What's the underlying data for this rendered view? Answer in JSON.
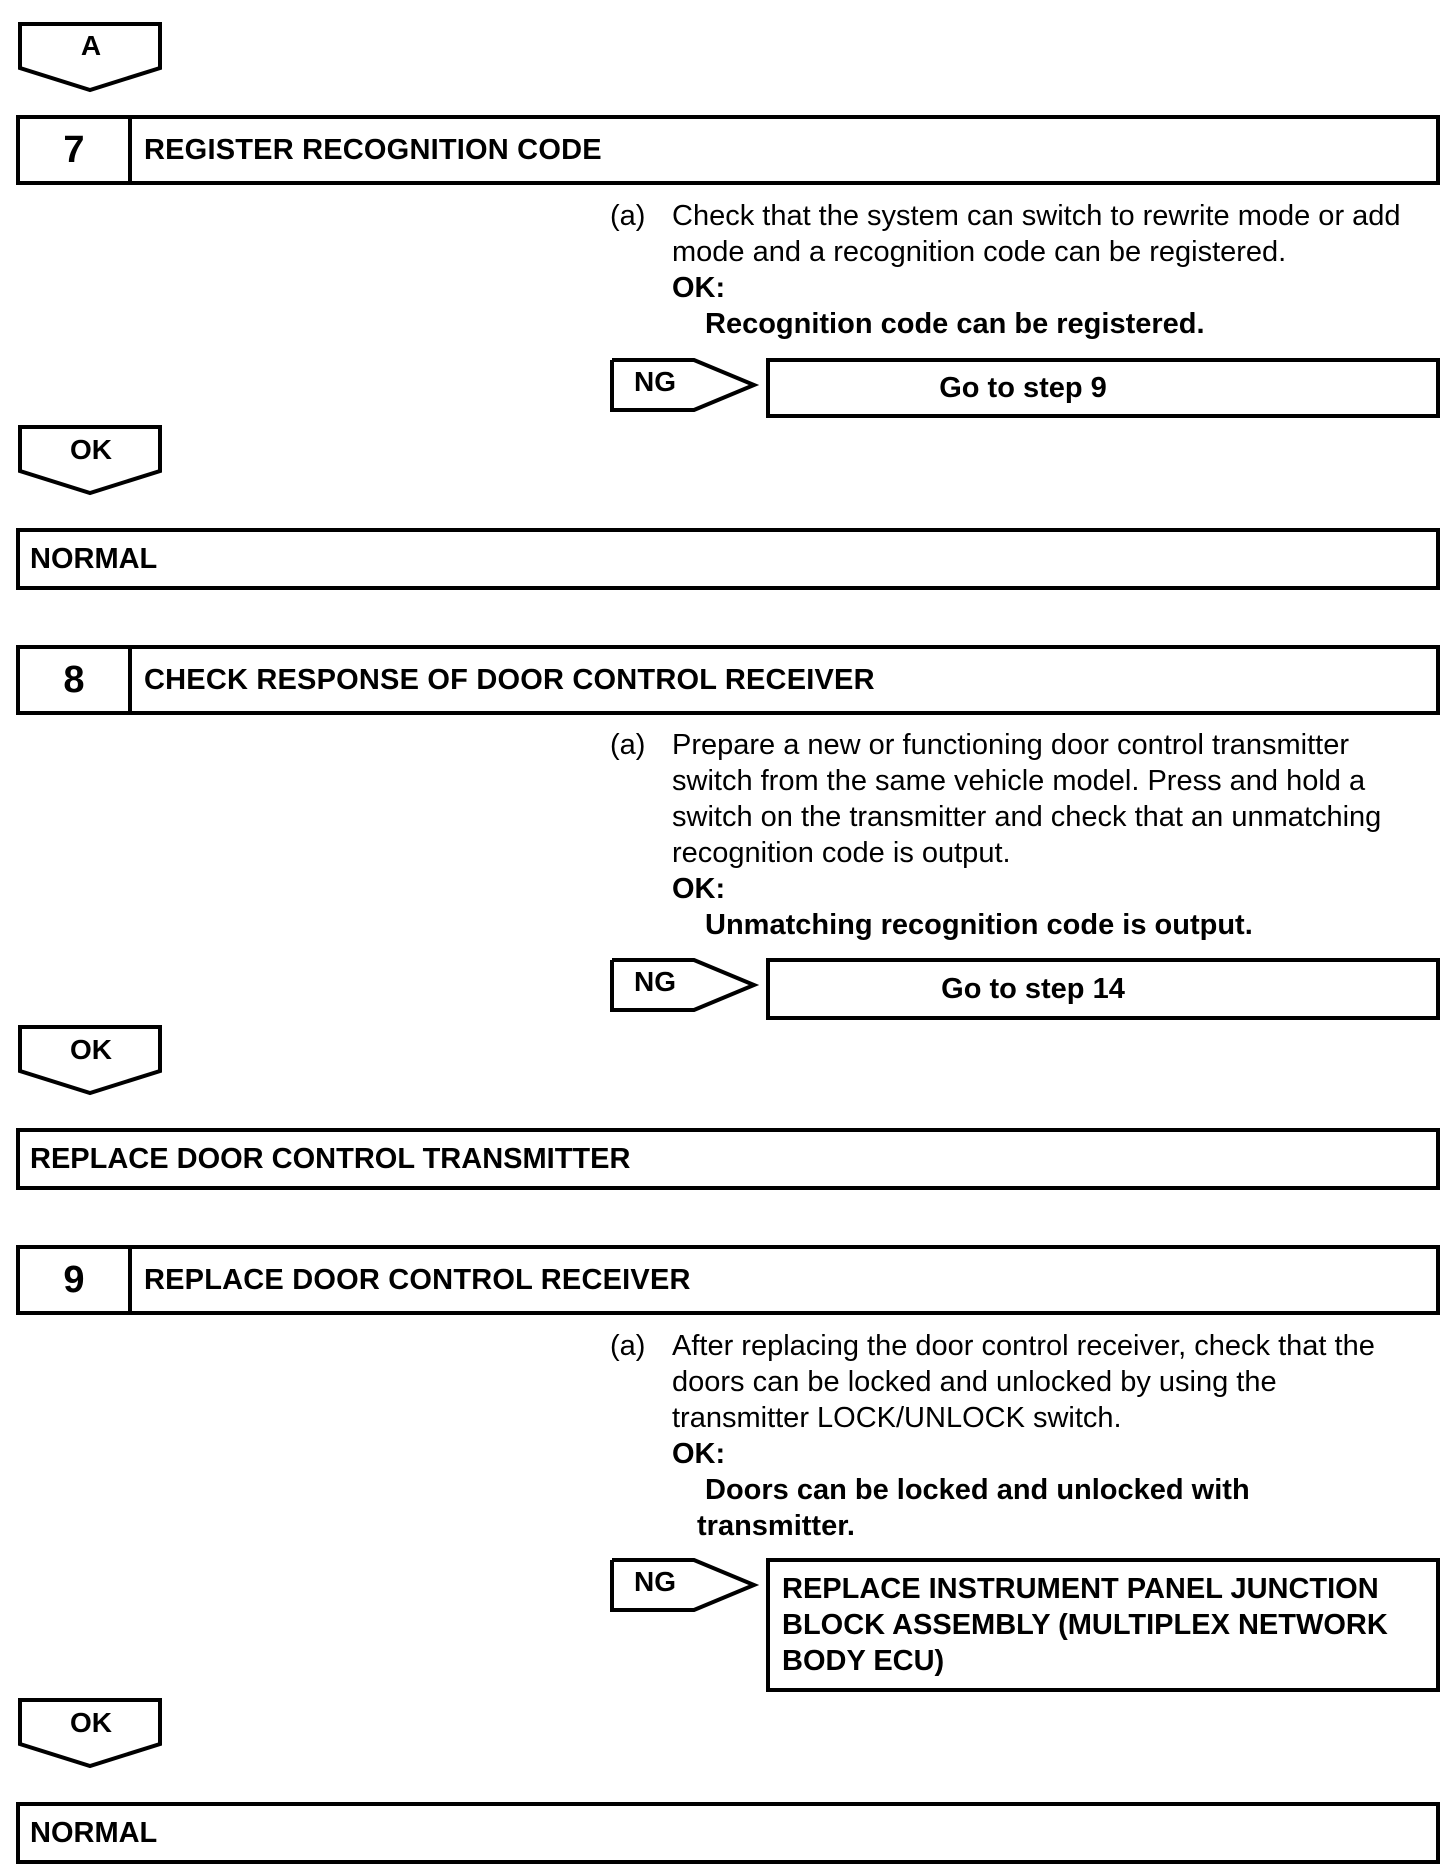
{
  "connector_a": "A",
  "ok_label": "OK:",
  "ng_label": "NG",
  "ok_tag": "OK",
  "steps": [
    {
      "number": "7",
      "title": "REGISTER RECOGNITION CODE",
      "item_label": "(a)",
      "instruction_lines": [
        "Check that the system can switch to rewrite mode or add",
        "mode and a recognition code can be registered."
      ],
      "ok_result_lines": [
        "Recognition code can be registered."
      ],
      "ng_target_lines": [
        "Go to step 9"
      ],
      "ok_result_box": "NORMAL"
    },
    {
      "number": "8",
      "title": "CHECK RESPONSE OF DOOR CONTROL RECEIVER",
      "item_label": "(a)",
      "instruction_lines": [
        "Prepare a new or functioning door control transmitter",
        "switch from the same vehicle model. Press and hold a",
        "switch on the transmitter and check that an unmatching",
        "recognition code is output."
      ],
      "ok_result_lines": [
        "Unmatching recognition code is output."
      ],
      "ng_target_lines": [
        "Go to step 14"
      ],
      "ok_result_box": "REPLACE DOOR CONTROL TRANSMITTER"
    },
    {
      "number": "9",
      "title": "REPLACE DOOR CONTROL RECEIVER",
      "item_label": "(a)",
      "instruction_lines": [
        "After replacing the door control receiver, check that the",
        "doors can be locked and unlocked by using the",
        "transmitter LOCK/UNLOCK switch."
      ],
      "ok_result_lines": [
        "Doors can be locked and unlocked with",
        "transmitter."
      ],
      "ng_target_lines": [
        "REPLACE INSTRUMENT PANEL JUNCTION",
        "BLOCK ASSEMBLY (MULTIPLEX NETWORK",
        "BODY ECU)"
      ],
      "ok_result_box": "NORMAL"
    }
  ]
}
